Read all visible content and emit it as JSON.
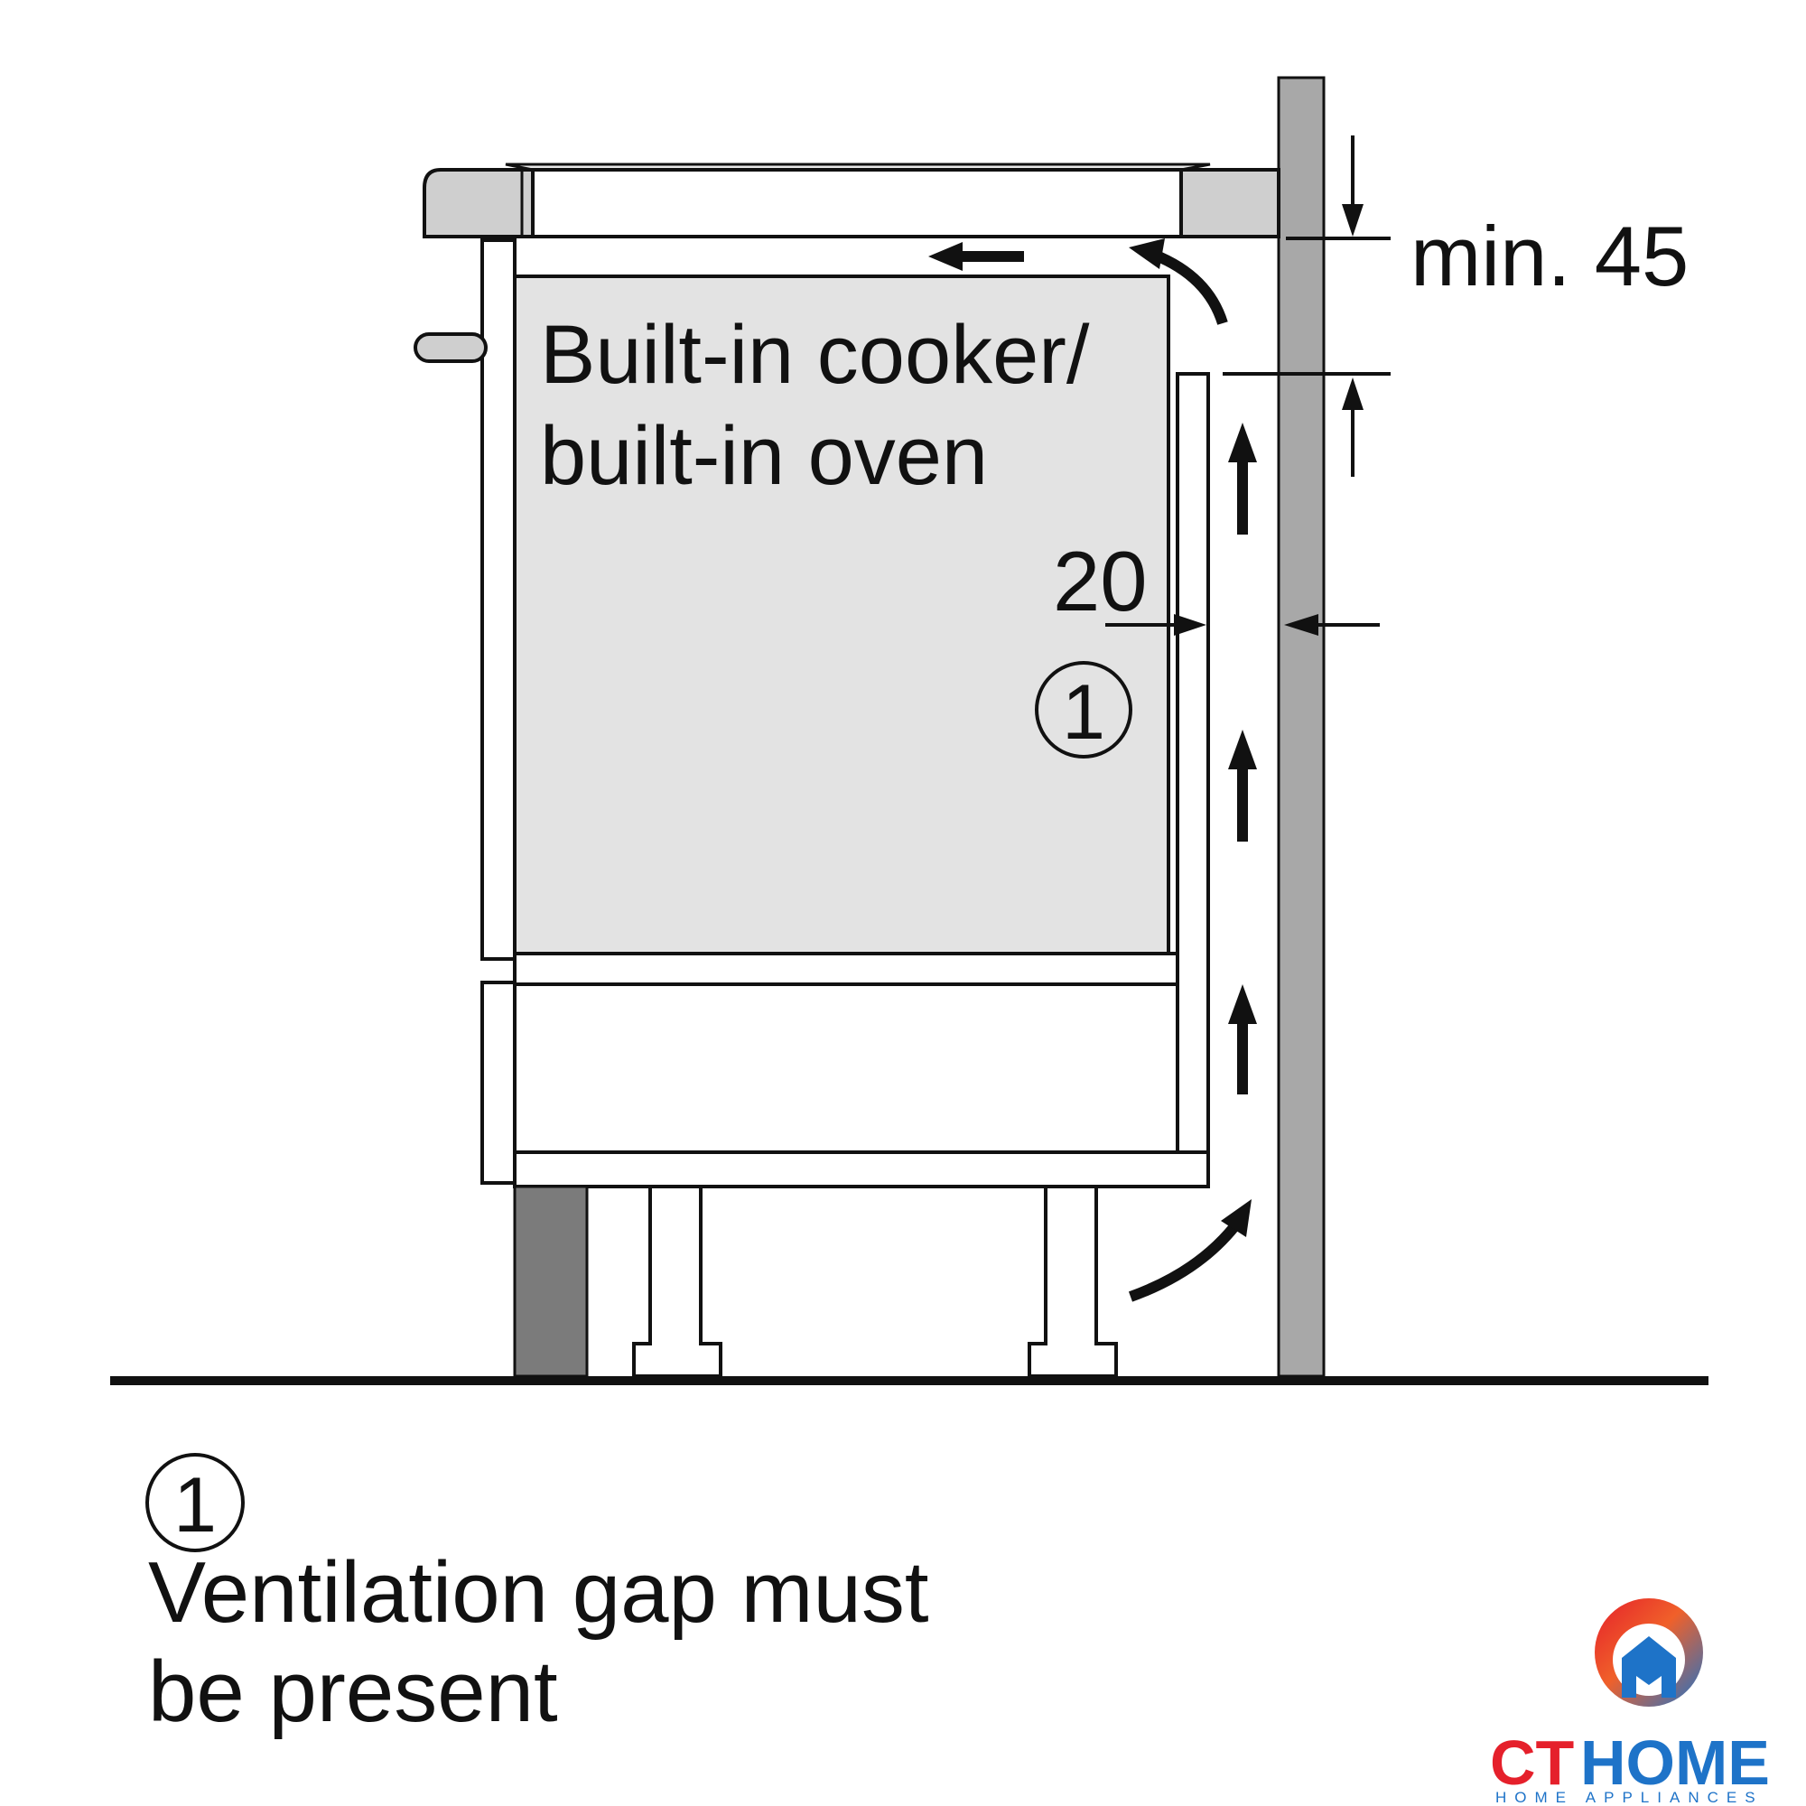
{
  "diagram": {
    "cooker_label_line1": "Built-in cooker/",
    "cooker_label_line2": "built-in oven",
    "dim_top": "min. 45",
    "dim_gap": "20",
    "marker": "1",
    "legend_marker": "1",
    "legend_line1": "Ventilation gap must",
    "legend_line2": "be present"
  },
  "logo": {
    "word_ct": "CT",
    "word_home": "HOME",
    "subtitle": "HOME APPLIANCES",
    "color_red": "#e5202b",
    "color_blue": "#1e73c8"
  },
  "colors": {
    "wall": "#a8a8a8",
    "plinth": "#7b7b7b",
    "oven_fill": "#e3e3e3",
    "worktop": "#cfcfcf",
    "line": "#111111"
  }
}
